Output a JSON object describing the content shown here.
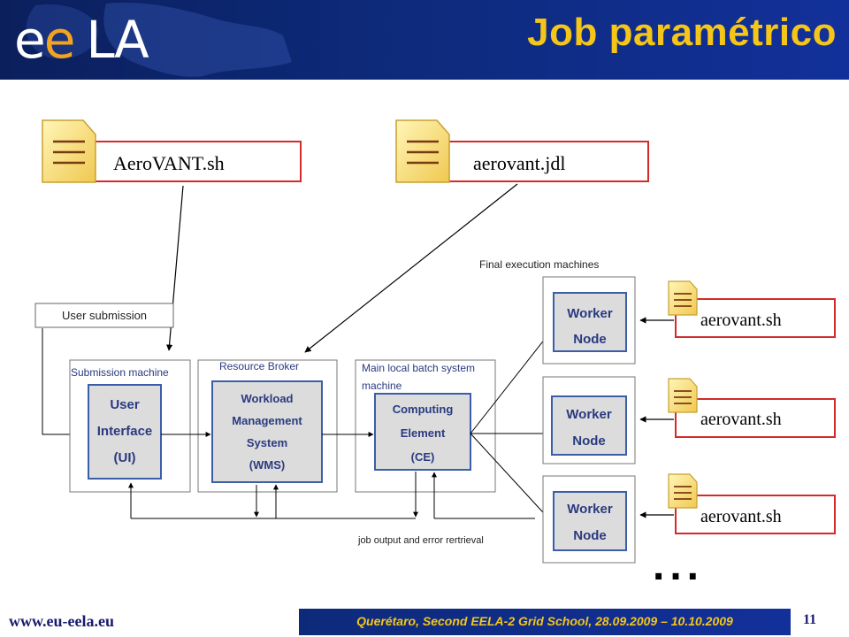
{
  "header": {
    "logo_e1": "e",
    "logo_e2": "e",
    "logo_la": "LA",
    "title": "Job paramétrico"
  },
  "files": {
    "script_top": "AeroVANT.sh",
    "jdl": "aerovant.jdl",
    "worker_script": "aerovant.sh"
  },
  "diagram": {
    "final_execution_label": "Final execution machines",
    "user_submission": "User submission",
    "submission_machine": "Submission machine",
    "ui_lines": [
      "User",
      "Interface",
      "(UI)"
    ],
    "resource_broker": "Resource Broker",
    "wms_lines": [
      "Workload",
      "Management",
      "System",
      "(WMS)"
    ],
    "batch_lines": [
      "Main local batch system",
      "machine"
    ],
    "ce_lines": [
      "Computing",
      "Element",
      "(CE)"
    ],
    "worker_lines": [
      "Worker",
      "Node"
    ],
    "job_output": "job output and error rertrieval",
    "ellipsis": "..."
  },
  "footer": {
    "url": "www.eu-eela.eu",
    "conference": "Querétaro, Second EELA-2 Grid School, 28.09.2009 – 10.10.2009",
    "page": "11"
  },
  "colors": {
    "header_bg": "#0d2a7a",
    "title": "#f5c518",
    "box_blue": "#3a5fa8",
    "red_border": "#d42a2a",
    "file_icon": "#f8e27a"
  }
}
